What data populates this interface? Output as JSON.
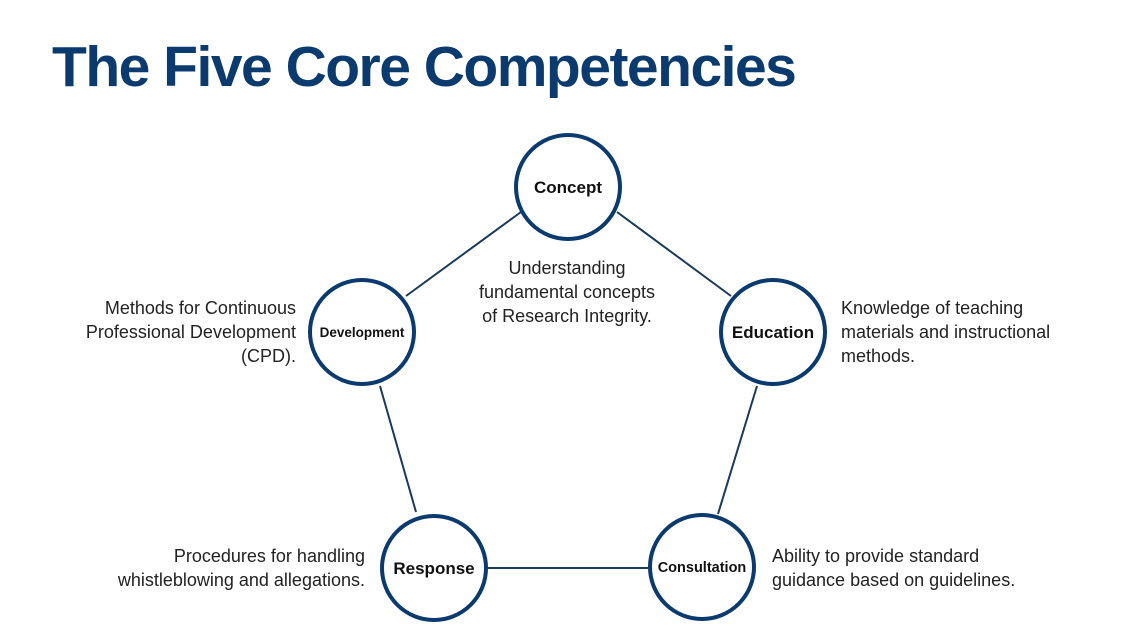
{
  "title": "The Five Core Competencies",
  "colors": {
    "title": "#0b3a6e",
    "node_border": "#0b3a6e",
    "edge": "#1a3a5c"
  },
  "nodes": [
    {
      "id": "concept",
      "label": "Concept",
      "description": [
        "Understanding",
        "fundamental concepts",
        "of Research Integrity."
      ]
    },
    {
      "id": "education",
      "label": "Education",
      "description": [
        "Knowledge of teaching",
        "materials and instructional",
        "methods."
      ]
    },
    {
      "id": "consultation",
      "label": "Consultation",
      "description": [
        "Ability to provide standard",
        "guidance based on guidelines."
      ]
    },
    {
      "id": "response",
      "label": "Response",
      "description": [
        "Procedures for handling",
        "whistleblowing and allegations."
      ]
    },
    {
      "id": "development",
      "label": "Development",
      "description": [
        "Methods for Continuous",
        "Professional Development",
        "(CPD)."
      ]
    }
  ],
  "edges": [
    [
      "concept",
      "education"
    ],
    [
      "education",
      "consultation"
    ],
    [
      "consultation",
      "response"
    ],
    [
      "response",
      "development"
    ],
    [
      "development",
      "concept"
    ]
  ]
}
